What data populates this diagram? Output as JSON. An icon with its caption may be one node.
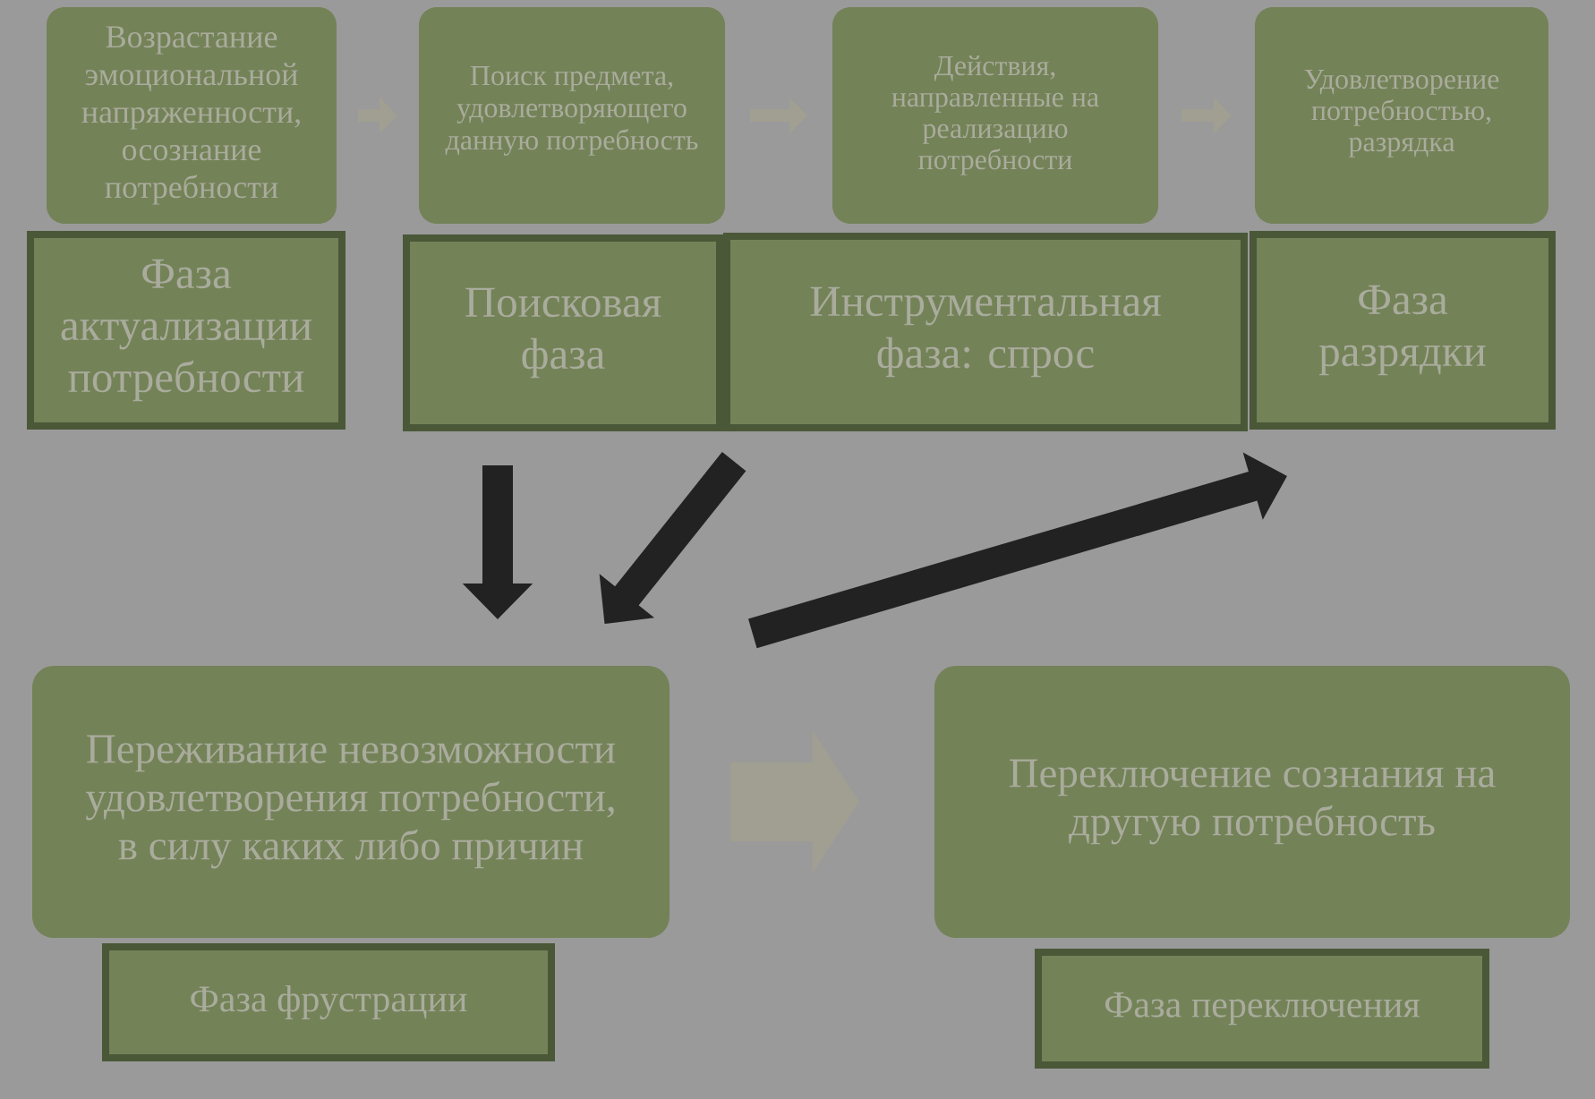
{
  "diagram": {
    "nodes": [
      {
        "text": [
          "Возрастание эмоциональной напряженности, осознание потребности"
        ]
      },
      {
        "text": [
          "Поиск предмета, удовлетворяющего данную потребность"
        ]
      },
      {
        "text": [
          "Действия, направленные на реализацию потребности"
        ]
      },
      {
        "text": [
          "Удовлетворение потребностью, разрядка"
        ]
      },
      {
        "text": [
          "Фаза актуализации потребности"
        ]
      },
      {
        "text": [
          "Поисковая фаза"
        ]
      },
      {
        "text": [
          "Инструментальная фаза: спрос"
        ]
      },
      {
        "text": [
          "Фаза разрядки"
        ]
      },
      {
        "text": [
          "Переживание невозможности удовлетворения потребности, в силу каких либо причин"
        ]
      },
      {
        "text": [
          "Переключение сознания на другую потребность"
        ]
      },
      {
        "text": [
          "Фаза фрустрации"
        ]
      },
      {
        "text": [
          "Фаза переключения"
        ]
      }
    ],
    "edges": [
      {
        "from": 0,
        "to": 1,
        "arrow": "to",
        "color": "#a19f91"
      },
      {
        "from": 1,
        "to": 2,
        "arrow": "to",
        "color": "#a19f91"
      },
      {
        "from": 2,
        "to": 3,
        "arrow": "to",
        "color": "#a19f91"
      },
      {
        "from": 5,
        "to": 8,
        "arrow": "to",
        "color": "#222222"
      },
      {
        "from": 6,
        "to": 8,
        "arrow": "to",
        "color": "#222222"
      },
      {
        "from": 8,
        "to": 7,
        "arrow": "to",
        "color": "#222222"
      },
      {
        "from": 8,
        "to": 9,
        "arrow": "to",
        "style": "thick",
        "color": "#a19f91"
      }
    ]
  }
}
